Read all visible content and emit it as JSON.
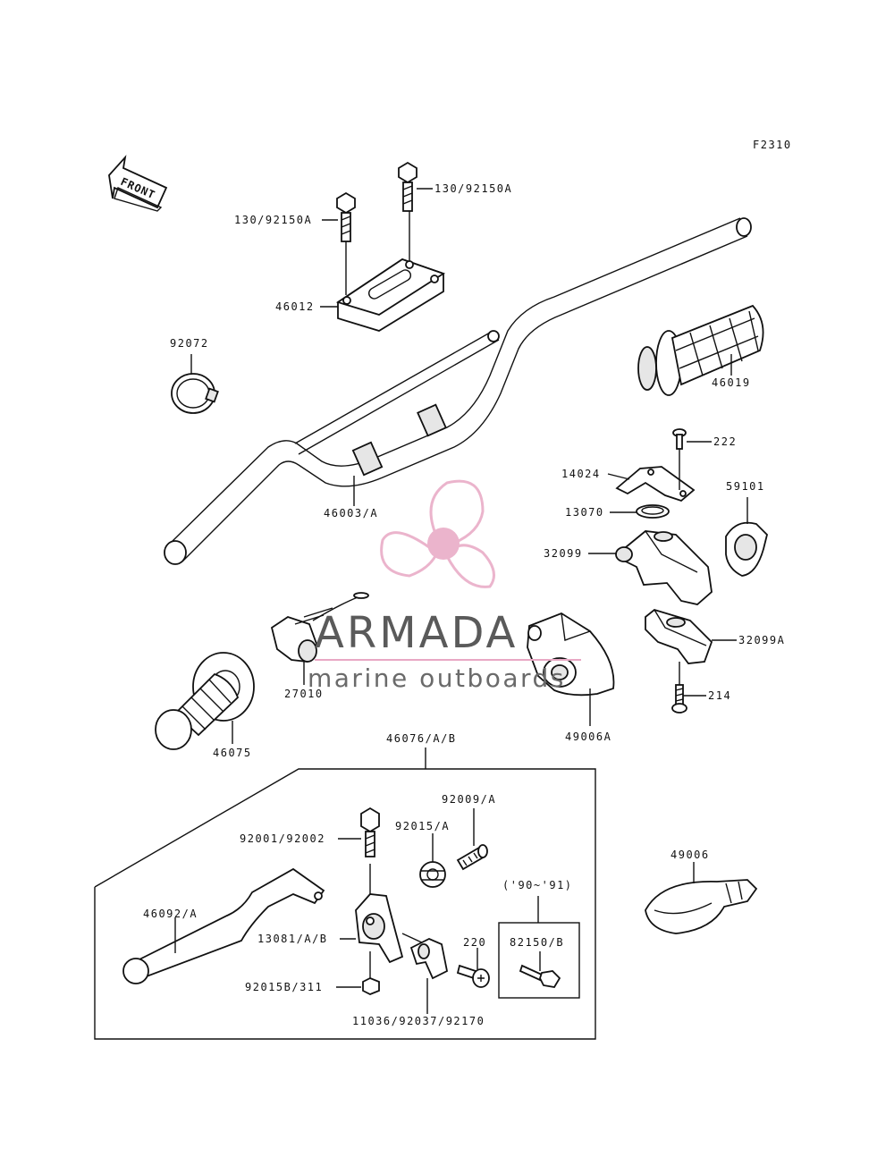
{
  "figure_code": "F2310",
  "front_label": "FRONT",
  "watermark": {
    "title": "ARMADA",
    "subtitle": "marine outboards",
    "color": "#e8a8c4"
  },
  "labels": {
    "bolt_right": "130/92150A",
    "bolt_left": "130/92150A",
    "clamp": "46012",
    "band": "92072",
    "grip_throttle": "46019",
    "handlebar": "46003/A",
    "screw_222": "222",
    "plate_14024": "14024",
    "part_59101": "59101",
    "ring_13070": "13070",
    "housing_32099": "32099",
    "housing_32099A": "32099A",
    "screw_214": "214",
    "switch_27010": "27010",
    "grip_left": "46075",
    "cover_49006A": "49006A",
    "lever_assy": "46076/A/B",
    "adjuster_92009": "92009/A",
    "nut_92015": "92015/A",
    "bolt_92001": "92001/92002",
    "year_range": "('90~'91)",
    "lever": "46092/A",
    "bolt_82150": "82150/B",
    "screw_220": "220",
    "holder_13081": "13081/A/B",
    "nut_92015B": "92015B/311",
    "clamp_11036": "11036/92037/92170",
    "cover_49006": "49006"
  }
}
